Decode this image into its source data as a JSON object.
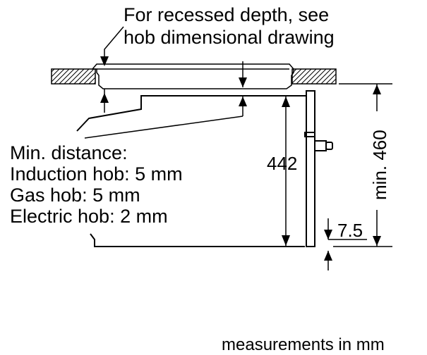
{
  "callouts": {
    "recess_line1": "For recessed depth, see",
    "recess_line2": "hob dimensional drawing",
    "min_distance_title": "Min. distance:",
    "induction": "Induction hob: 5 mm",
    "gas": "Gas hob: 5 mm",
    "electric": "Electric hob: 2 mm"
  },
  "dimensions": {
    "depth": "442",
    "min_height": "min. 460",
    "offset": "7.5"
  },
  "footer": {
    "units": "measurements in mm"
  }
}
